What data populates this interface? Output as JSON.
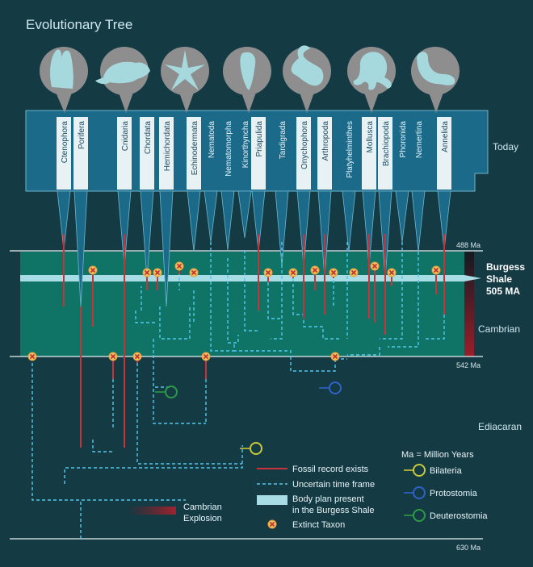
{
  "title": "Evolutionary Tree",
  "eras": {
    "today": "Today",
    "cambrian": "Cambrian",
    "ediacaran": "Ediacaran"
  },
  "time_marks": [
    "488 Ma",
    "542 Ma",
    "630 Ma"
  ],
  "burgess": {
    "line1": "Burgess",
    "line2": "Shale",
    "line3": "505 MA"
  },
  "taxa": [
    "Ctenophora",
    "Porifera",
    "Cnidaria",
    "Chordata",
    "Hemichordata",
    "Echinodermata",
    "Nematoda",
    "Nematomorpha",
    "Kinorthyncha",
    "Priapulida",
    "Tardigrada",
    "Onychophora",
    "Arthropoda",
    "Platyhelminthes",
    "Mollusca",
    "Brachiopoda",
    "Phoronida",
    "Nemertina",
    "Annelida"
  ],
  "highlighted_taxa": [
    "Ctenophora",
    "Porifera",
    "Cnidaria",
    "Chordata",
    "Hemichordata",
    "Echinodermata",
    "Priapulida",
    "Onychophora",
    "Arthropoda",
    "Mollusca",
    "Brachiopoda",
    "Annelida"
  ],
  "animal_icons": [
    "sponge-icon",
    "opossum-icon",
    "sea-star-icon",
    "priapulid-icon",
    "scorpion-icon",
    "octopus-icon",
    "worm-icon"
  ],
  "legend": {
    "fossil": "Fossil record exists",
    "uncertain": "Uncertain time frame",
    "burgess_line1": "Body plan present",
    "burgess_line2": "in the Burgess Shale",
    "extinct": "Extinct Taxon"
  },
  "clade_legend": {
    "heading": "Ma = Million Years",
    "items": [
      {
        "label": "Bilateria",
        "color": "#c8c83a"
      },
      {
        "label": "Protostomia",
        "color": "#2f63c9"
      },
      {
        "label": "Deuterostomia",
        "color": "#2e9a46"
      }
    ]
  },
  "explosion": {
    "line1": "Cambrian",
    "line2": "Explosion"
  },
  "colors": {
    "background": "#143a44",
    "panel": "#1b6a8a",
    "cambrian_band": "#0f7466",
    "fossil": "#c8323a",
    "uncertain": "#55c8ea",
    "label": "#e8f4f8",
    "silhouette": "#a6d9de"
  }
}
